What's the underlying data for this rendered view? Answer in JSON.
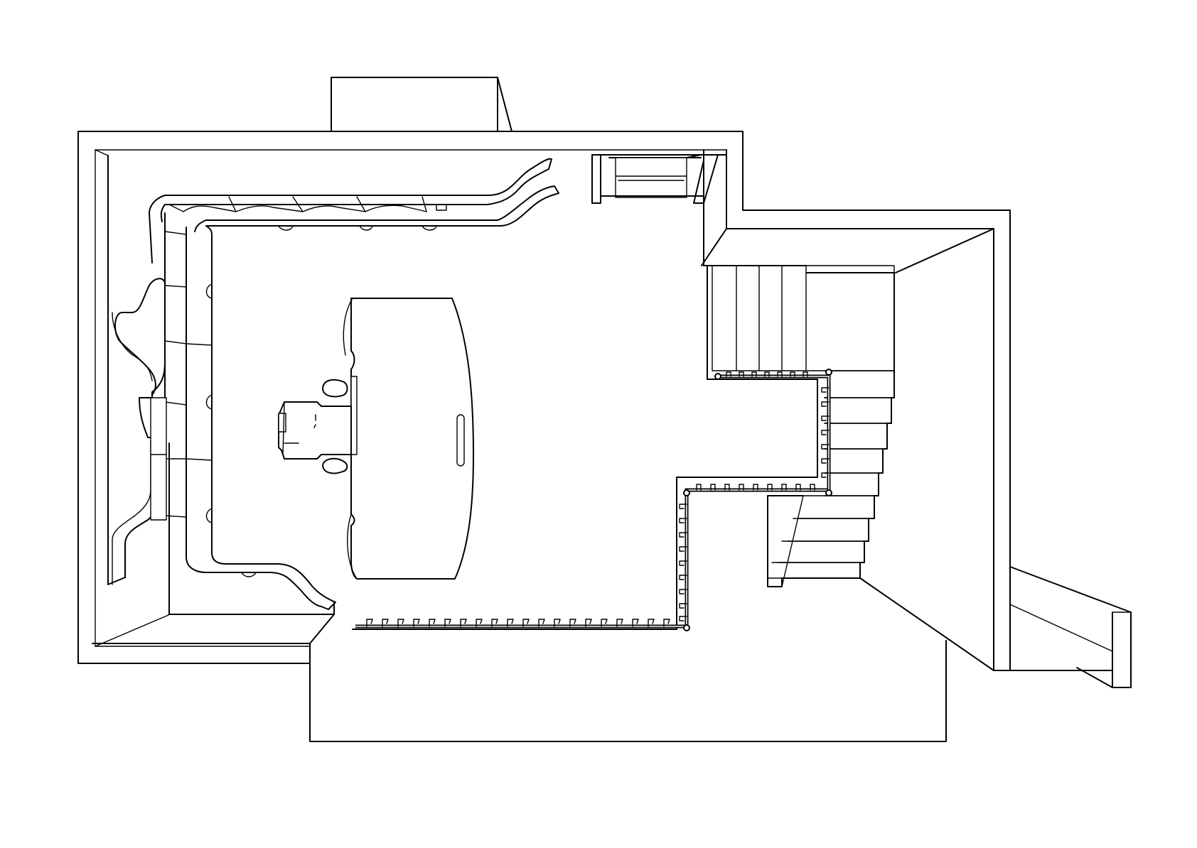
{
  "drawing": {
    "style": "black line art on white",
    "colors": {
      "line": "#000000",
      "background": "#ffffff"
    },
    "elements": [
      "outer-wall",
      "window-bay",
      "room-floor",
      "bookshelf",
      "door",
      "round-table",
      "office-chair",
      "staircase",
      "railing",
      "landing"
    ]
  }
}
